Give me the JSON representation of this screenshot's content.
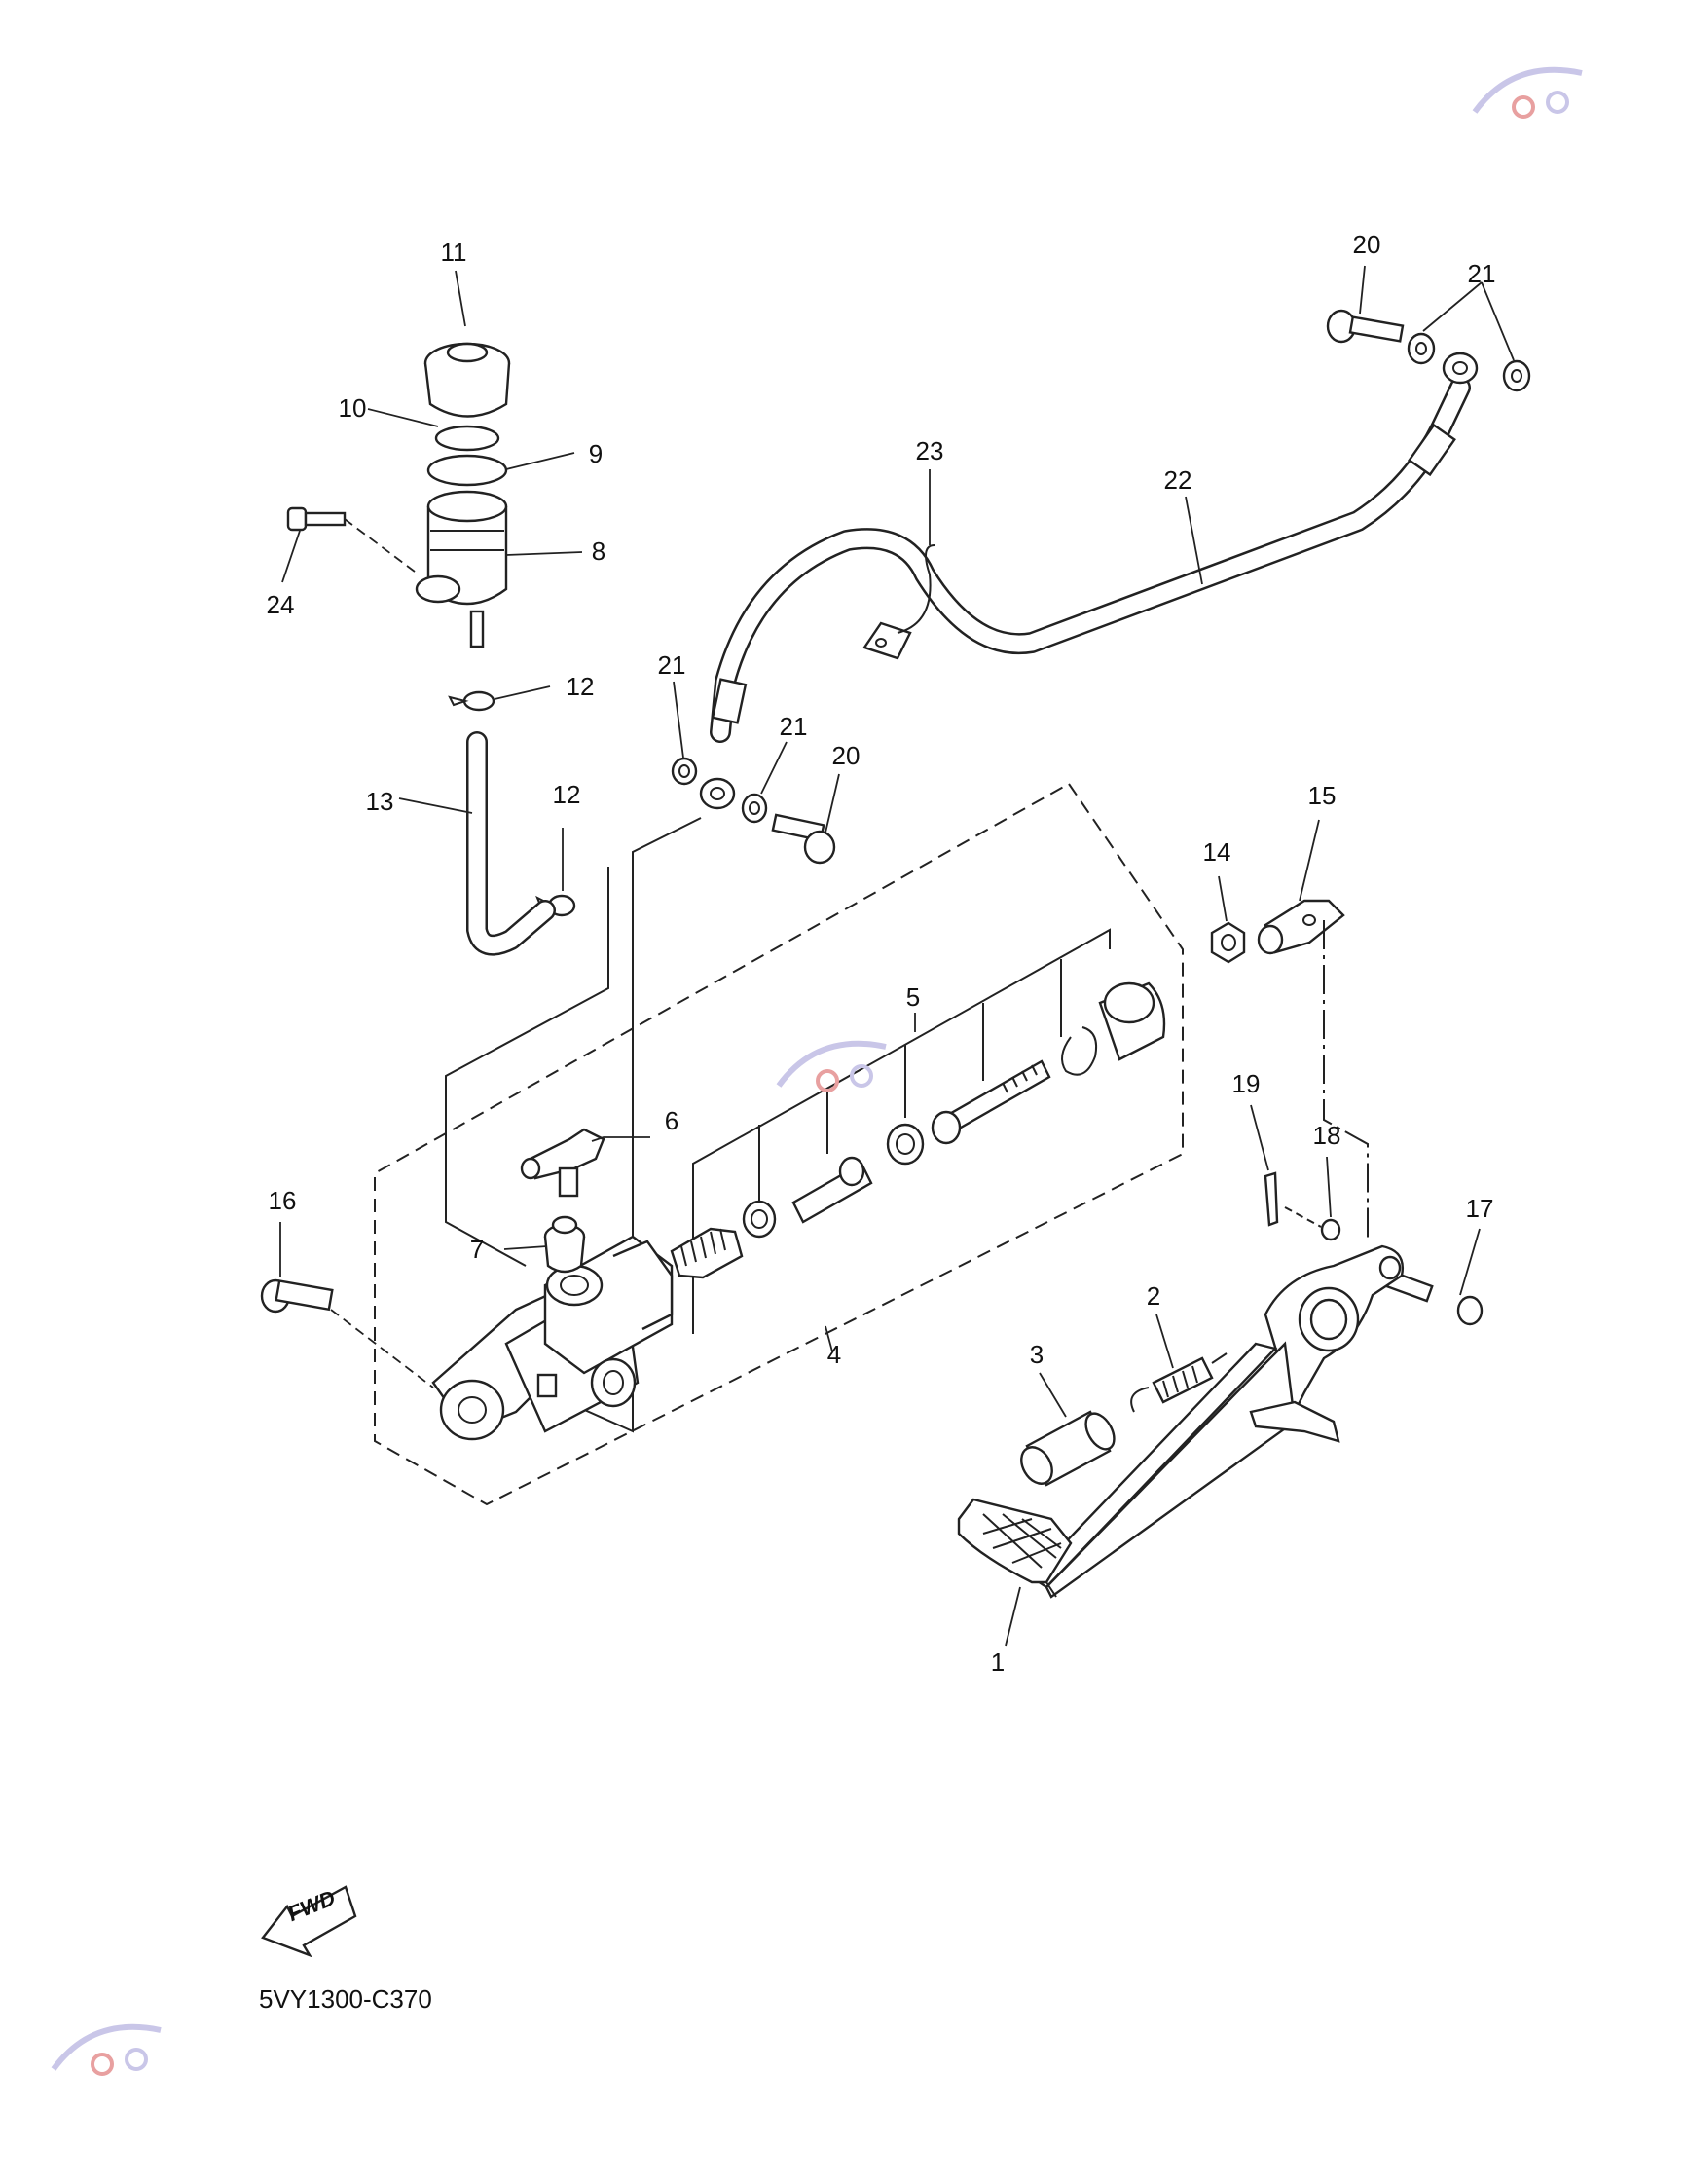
{
  "callouts": {
    "p1": "1",
    "p2": "2",
    "p3": "3",
    "p4": "4",
    "p5": "5",
    "p6": "6",
    "p7": "7",
    "p8": "8",
    "p9": "9",
    "p10": "10",
    "p11": "11",
    "p12a": "12",
    "p12b": "12",
    "p13": "13",
    "p14": "14",
    "p15": "15",
    "p16": "16",
    "p17": "17",
    "p18": "18",
    "p19": "19",
    "p20a": "20",
    "p20b": "20",
    "p21a": "21",
    "p21b": "21",
    "p21c": "21",
    "p22": "22",
    "p23": "23",
    "p24": "24"
  },
  "fwd_label": "FWD",
  "diagram_code": "5VY1300-C370"
}
